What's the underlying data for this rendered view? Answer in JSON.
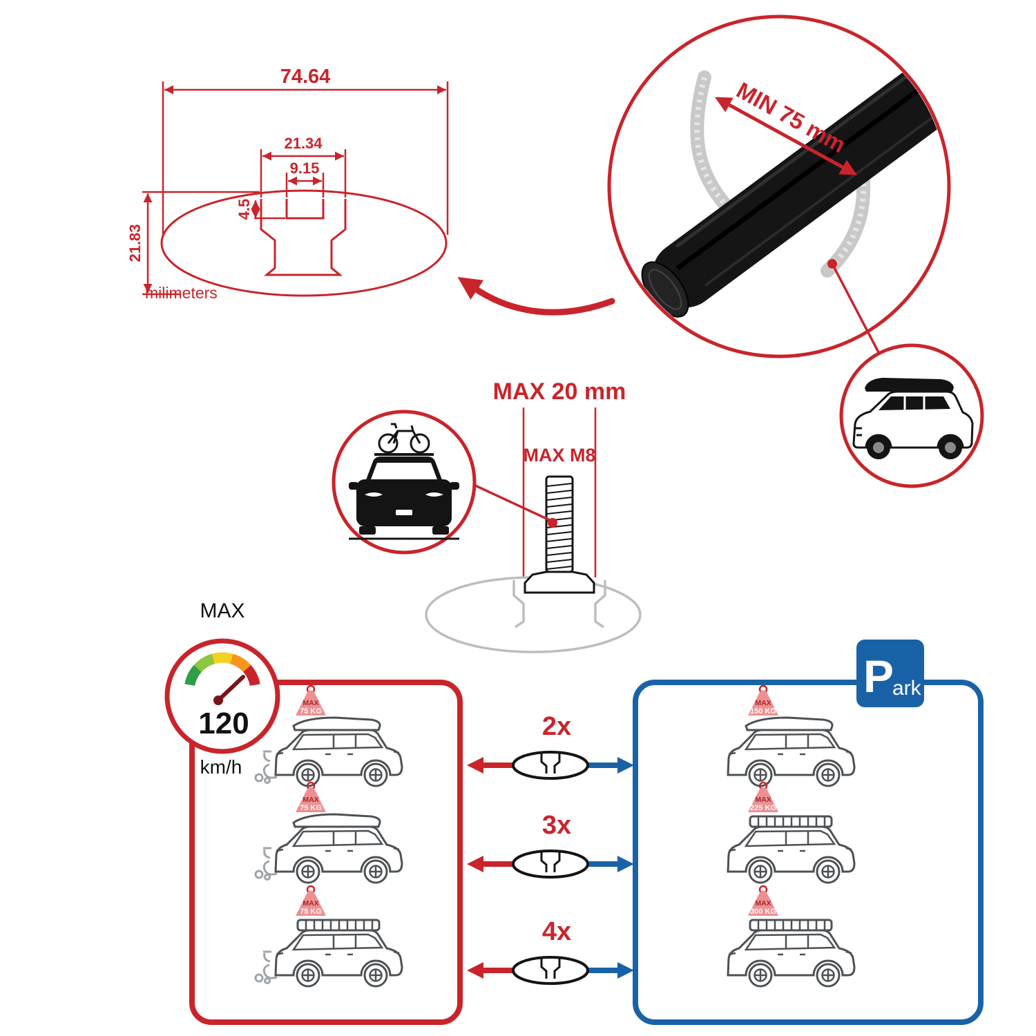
{
  "colors": {
    "red": "#c9242b",
    "blue": "#1a62a7",
    "bar_black": "#151515",
    "ghost_gray": "#bdbdbd",
    "car_line_gray": "#4d5154",
    "tag_pink": "#ef8f91",
    "gauge_green": "#2f9e45",
    "gauge_yellow": "#f5d021",
    "gauge_orange": "#f7941e"
  },
  "dimension_drawing": {
    "total_width": "74.64",
    "channel_width": "21.34",
    "slot_width": "9.15",
    "slot_depth": "4.5",
    "total_height": "21.83",
    "units": "milimeters"
  },
  "crossbar_detail": {
    "min_span": "MIN 75 mm"
  },
  "bolt_detail": {
    "max_width": "MAX 20 mm",
    "max_thread": "MAX M8"
  },
  "speed_limit": {
    "label": "MAX",
    "value": "120",
    "units": "km/h"
  },
  "park_sign": {
    "letter": "P",
    "suffix": "ark"
  },
  "crossbar_counts": [
    "2x",
    "3x",
    "4x"
  ],
  "driving_cars": [
    {
      "tag_label": "MAX",
      "tag_value": "75 KG"
    },
    {
      "tag_label": "MAX",
      "tag_value": "75 KG"
    },
    {
      "tag_label": "MAX",
      "tag_value": "75 KG"
    }
  ],
  "parked_cars": [
    {
      "tag_label": "MAX",
      "tag_value": "150 KG"
    },
    {
      "tag_label": "MAX",
      "tag_value": "225 KG"
    },
    {
      "tag_label": "MAX",
      "tag_value": "300 KG"
    }
  ]
}
